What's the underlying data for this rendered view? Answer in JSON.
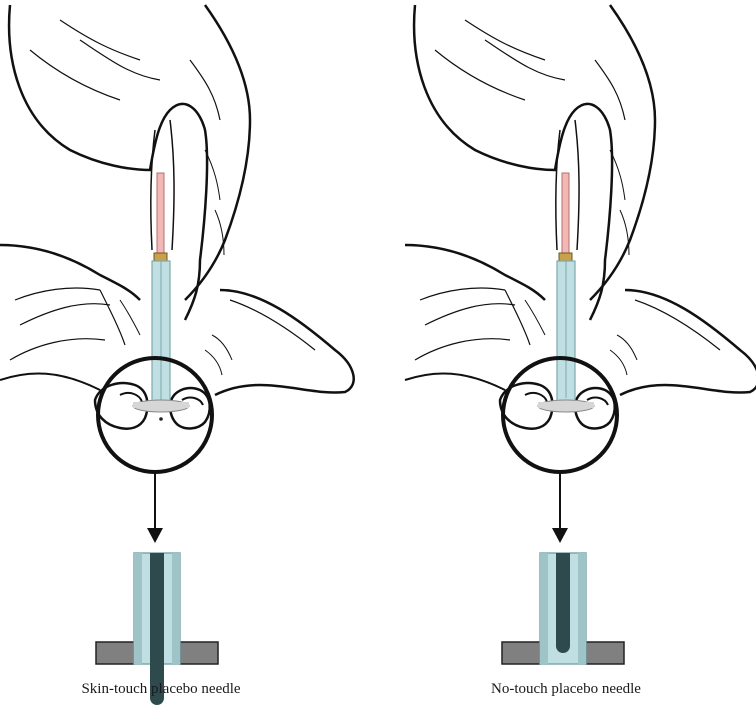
{
  "panels": [
    {
      "id": "left",
      "caption": "Skin-touch placebo needle",
      "tip_type": "skin-touch"
    },
    {
      "id": "right",
      "caption": "No-touch placebo needle",
      "tip_type": "no-touch"
    }
  ],
  "colors": {
    "outline": "#111111",
    "tube": "#bfdfe2",
    "tube_edge": "#7fa9ad",
    "needle_dark": "#2f4a4c",
    "handle": "#f2b8b5",
    "ferrule": "#c8a14a",
    "base": "#d6d6d6",
    "block": "#808080"
  }
}
